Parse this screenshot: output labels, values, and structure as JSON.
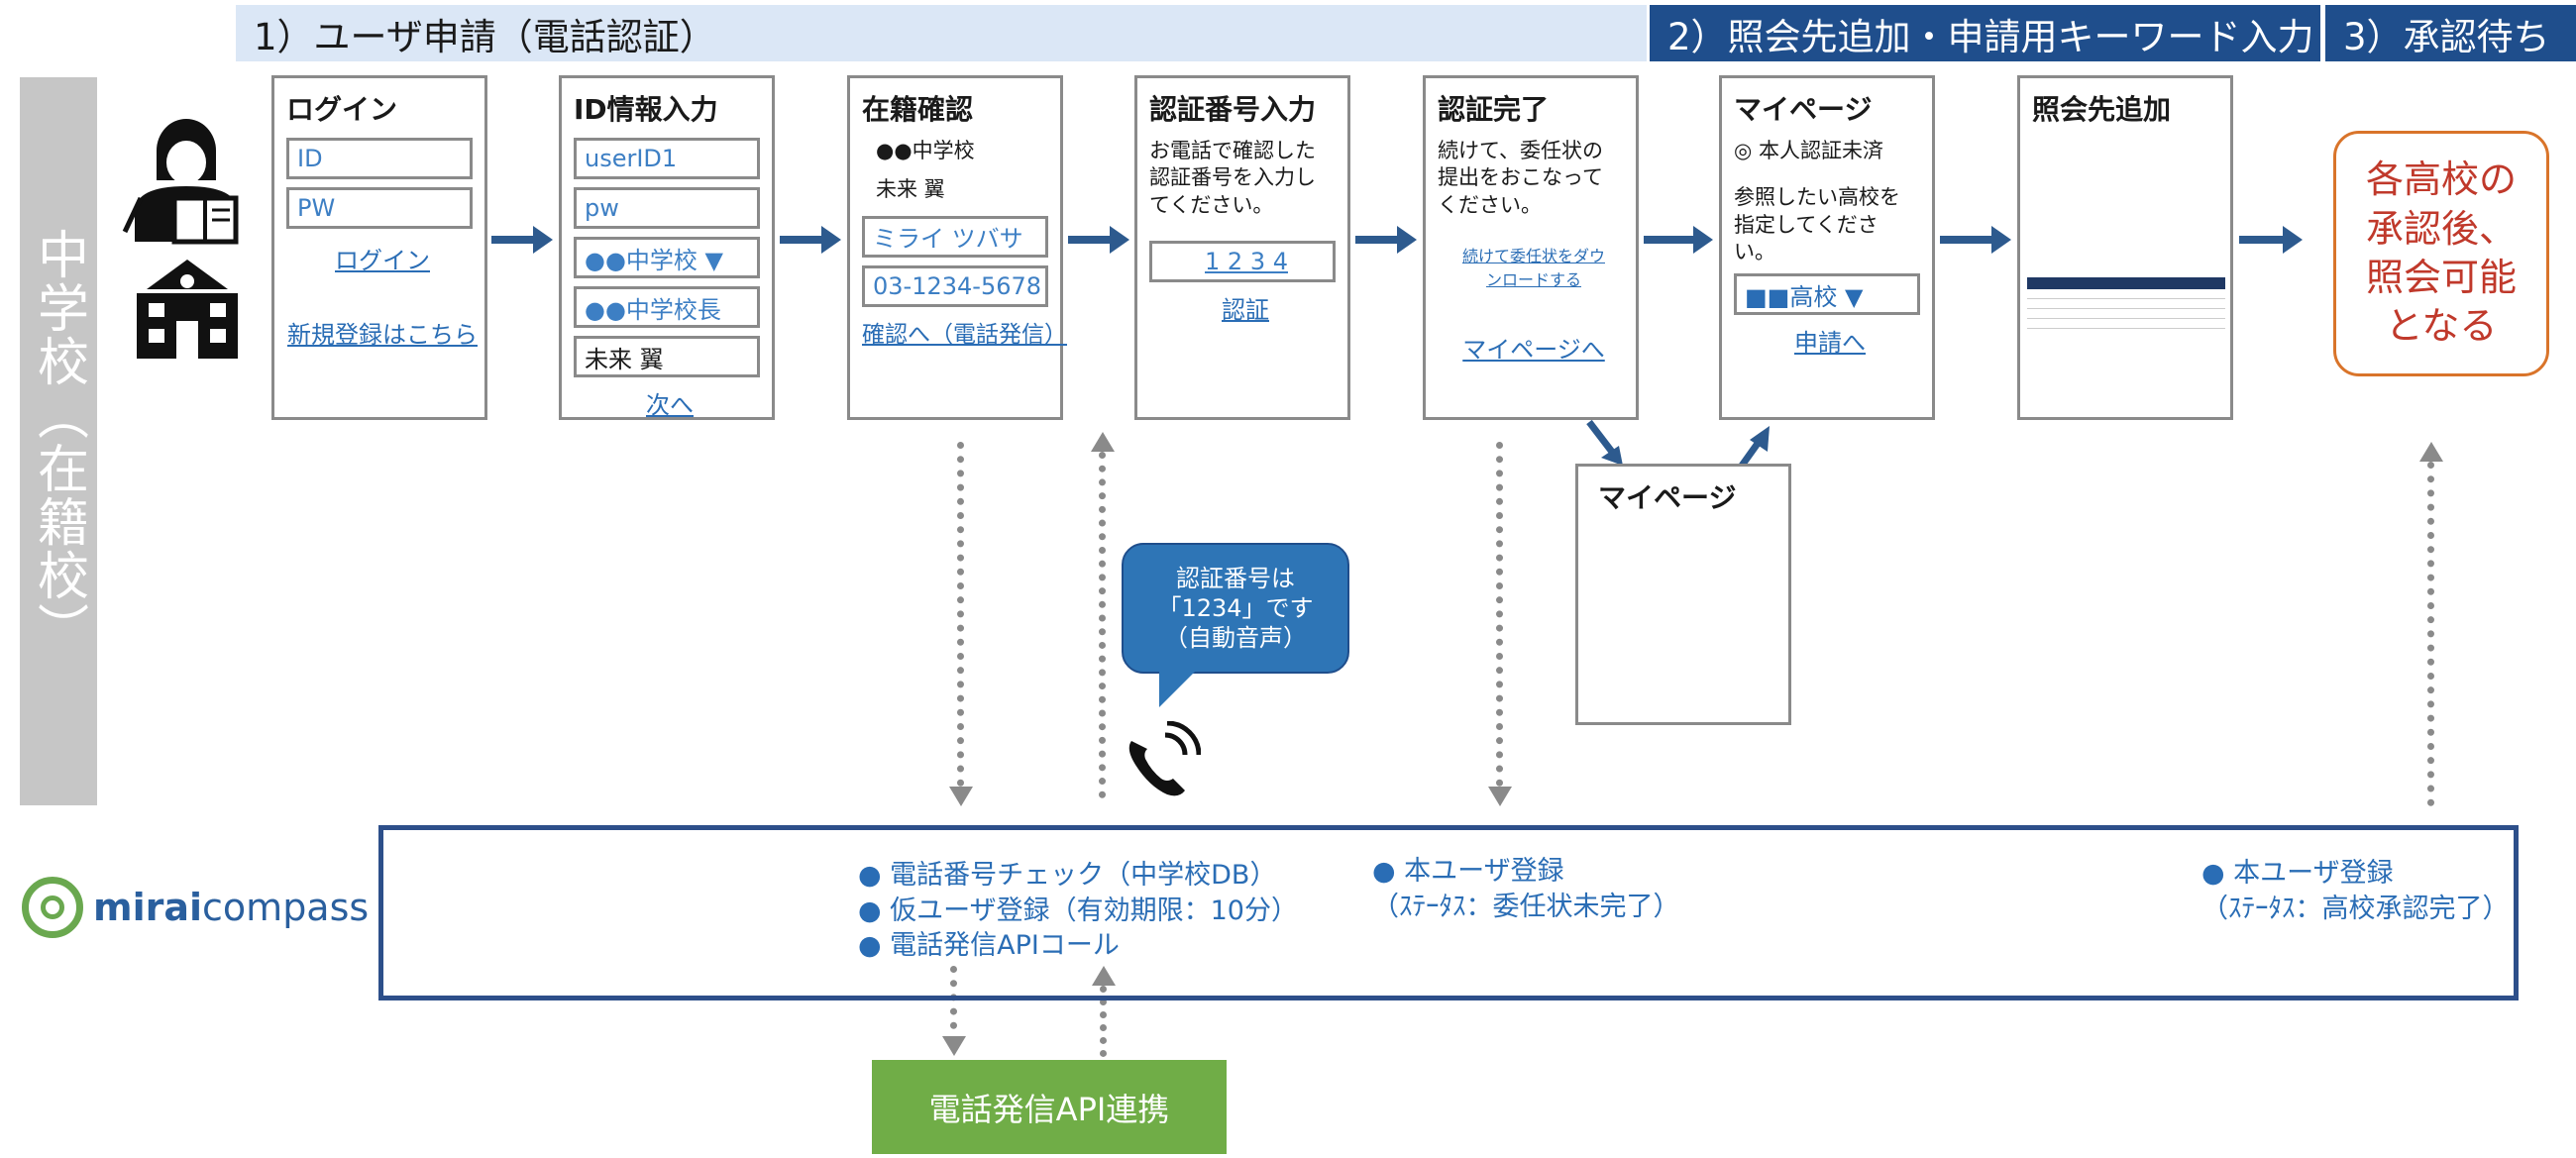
{
  "phases": {
    "p1": "1）ユーザ申請（電話認証）",
    "p2": "2）照会先追加・申請用キーワード入力",
    "p3": "3）承認待ち"
  },
  "side_label": "中学校（在籍校）",
  "screens": {
    "login": {
      "title": "ログイン",
      "id": "ID",
      "pw": "PW",
      "login_link": "ログイン",
      "register_link": "新規登録はこちら"
    },
    "id_input": {
      "title": "ID情報入力",
      "userid": "userID1",
      "pw": "pw",
      "school": "●●中学校 ▼",
      "principal": "●●中学校長",
      "name": "未来 翼",
      "next": "次へ"
    },
    "enroll": {
      "title": "在籍確認",
      "school": "●●中学校",
      "name": "未来 翼",
      "kana": "ミライ ツバサ",
      "phone": "03-1234-5678",
      "confirm": "確認へ（電話発信）"
    },
    "auth_input": {
      "title": "認証番号入力",
      "desc": "お電話で確認した認証番号を入力してください。",
      "code": "1 2 3 4",
      "submit": "認証"
    },
    "auth_done": {
      "title": "認証完了",
      "desc": "続けて、委任状の提出をおこなってください。",
      "download": "続けて委任状をダウンロードする",
      "mypage": "マイページへ"
    },
    "mypage": {
      "title": "マイページ",
      "status": "◎ 本人認証未済",
      "desc": "参照したい高校を指定してください。",
      "school": "■■高校 ▼",
      "apply": "申請へ"
    },
    "add_ref": {
      "title": "照会先追加"
    }
  },
  "popup_mypage": "マイページ",
  "callout": {
    "l1": "認証番号は",
    "l2": "「1234」です",
    "l3": "（自動音声）"
  },
  "approval": {
    "l1": "各高校の",
    "l2": "承認後、",
    "l3": "照会可能",
    "l4": "となる"
  },
  "system": {
    "group1": [
      "● 電話番号チェック（中学校DB）",
      "● 仮ユーザ登録（有効期限：10分）",
      "● 電話発信APIコール"
    ],
    "group2": [
      "● 本ユーザ登録",
      "（ｽﾃｰﾀｽ：委任状未完了）"
    ],
    "group3": [
      "● 本ユーザ登録",
      "（ｽﾃｰﾀｽ：高校承認完了）"
    ]
  },
  "api_box": "電話発信API連携",
  "logo": {
    "bold": "mirai",
    "rest": "compass"
  },
  "colors": {
    "accent": "#1f4e8c",
    "link": "#2a6db5",
    "green": "#70ad47",
    "alert": "#c0392b"
  },
  "icons": [
    "student-icon",
    "school-icon",
    "phone-ringing-icon",
    "miraicompass-logo-icon"
  ]
}
